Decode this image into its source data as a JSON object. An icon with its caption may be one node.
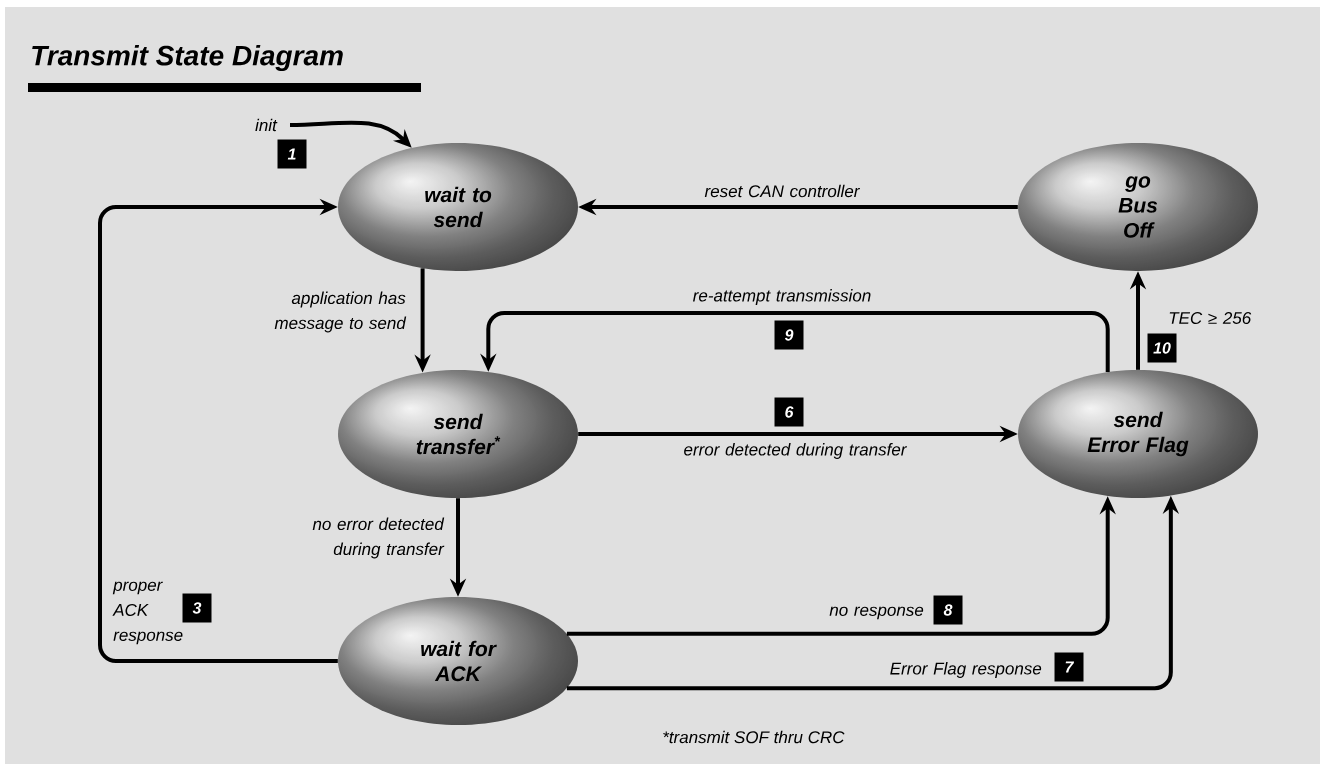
{
  "diagram": {
    "title": "Transmit State Diagram",
    "caption": "*transmit SOF thru CRC",
    "nodes": [
      {
        "text": [
          "wait to send"
        ]
      },
      {
        "text": [
          "go Bus Off"
        ]
      },
      {
        "text": [
          "send transfer$^{*}$"
        ]
      },
      {
        "text": [
          "send Error Flag"
        ]
      },
      {
        "text": [
          "wait for ACK"
        ]
      }
    ],
    "edges": [
      {
        "from": null,
        "to": 0,
        "arrow": "to",
        "label": "init"
      },
      {
        "from": 4,
        "to": 0,
        "arrow": "to",
        "label": "proper ACK response"
      },
      {
        "from": 1,
        "to": 0,
        "arrow": "to",
        "label": "reset CAN controller"
      },
      {
        "from": 0,
        "to": 2,
        "arrow": "to",
        "label": "application has message to send"
      },
      {
        "from": 3,
        "to": 2,
        "arrow": "to",
        "label": "re-attempt transmission"
      },
      {
        "from": 2,
        "to": 3,
        "arrow": "to",
        "label": "error detected during transfer"
      },
      {
        "from": 3,
        "to": 1,
        "arrow": "to",
        "label": "TEC ≥ 256"
      },
      {
        "from": 2,
        "to": 4,
        "arrow": "to",
        "label": "no error detected during transfer"
      },
      {
        "from": 4,
        "to": 3,
        "arrow": "to",
        "label": "no response"
      },
      {
        "from": 4,
        "to": 3,
        "arrow": "to",
        "label": "Error Flag response"
      }
    ],
    "labels": [
      "1",
      "9",
      "10",
      "6",
      "3",
      "8",
      "7"
    ]
  }
}
